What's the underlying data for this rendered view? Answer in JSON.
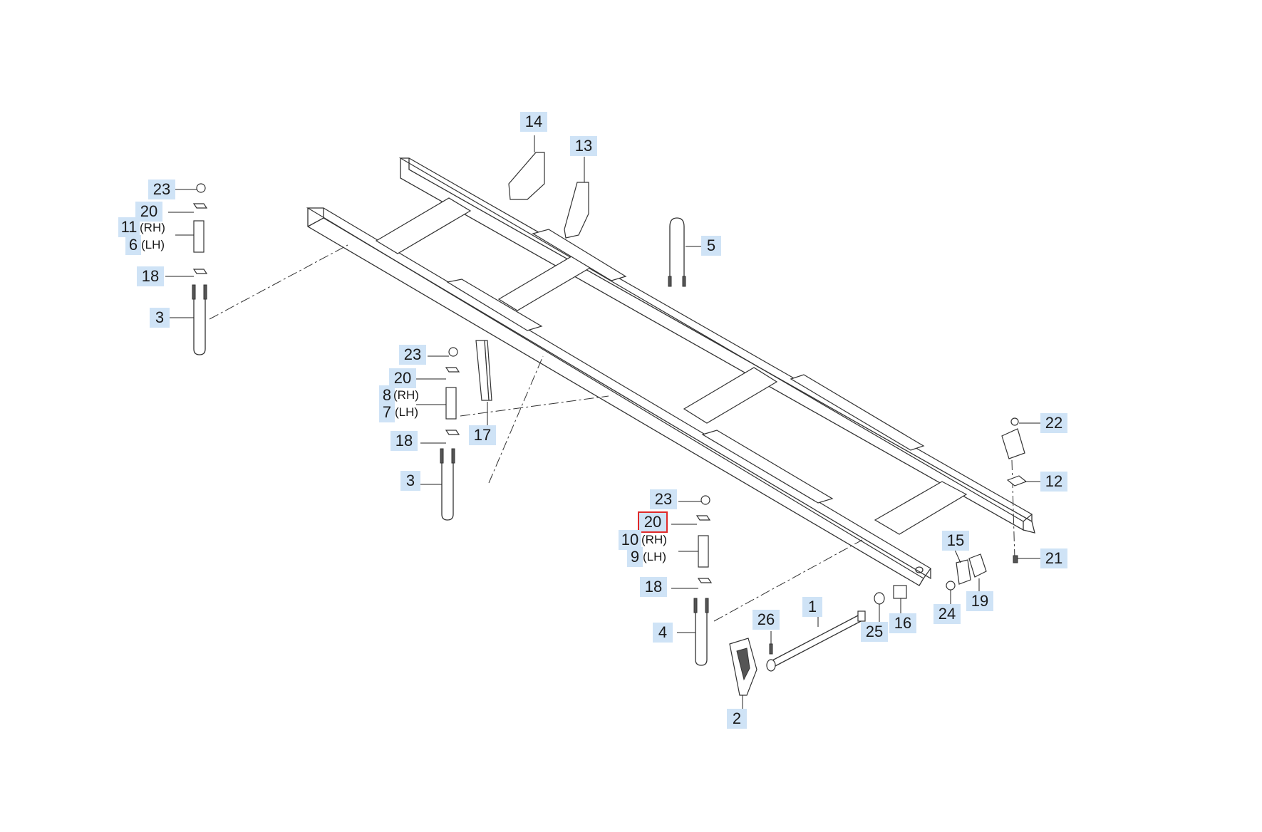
{
  "callouts": [
    {
      "id": "c14",
      "label": "14"
    },
    {
      "id": "c13",
      "label": "13"
    },
    {
      "id": "c5",
      "label": "5"
    },
    {
      "id": "c23a",
      "label": "23"
    },
    {
      "id": "c20a",
      "label": "20"
    },
    {
      "id": "c11",
      "label": "11"
    },
    {
      "id": "c6",
      "label": "6"
    },
    {
      "id": "c18a",
      "label": "18"
    },
    {
      "id": "c3a",
      "label": "3"
    },
    {
      "id": "c23b",
      "label": "23"
    },
    {
      "id": "c20b",
      "label": "20"
    },
    {
      "id": "c8",
      "label": "8"
    },
    {
      "id": "c7",
      "label": "7"
    },
    {
      "id": "c18b",
      "label": "18"
    },
    {
      "id": "c3b",
      "label": "3"
    },
    {
      "id": "c17",
      "label": "17"
    },
    {
      "id": "c23c",
      "label": "23"
    },
    {
      "id": "c20c",
      "label": "20",
      "selected": true
    },
    {
      "id": "c10",
      "label": "10"
    },
    {
      "id": "c9",
      "label": "9"
    },
    {
      "id": "c18c",
      "label": "18"
    },
    {
      "id": "c4",
      "label": "4"
    },
    {
      "id": "c2",
      "label": "2"
    },
    {
      "id": "c26",
      "label": "26"
    },
    {
      "id": "c1",
      "label": "1"
    },
    {
      "id": "c25",
      "label": "25"
    },
    {
      "id": "c16",
      "label": "16"
    },
    {
      "id": "c24",
      "label": "24"
    },
    {
      "id": "c15",
      "label": "15"
    },
    {
      "id": "c19",
      "label": "19"
    },
    {
      "id": "c22",
      "label": "22"
    },
    {
      "id": "c12",
      "label": "12"
    },
    {
      "id": "c21",
      "label": "21"
    }
  ],
  "side_labels": {
    "rh": "(RH)",
    "lh": "(LH)"
  },
  "colors": {
    "callout_fill": "#cfe3f6",
    "selected_outline": "#e02a2a",
    "line": "#333333"
  }
}
